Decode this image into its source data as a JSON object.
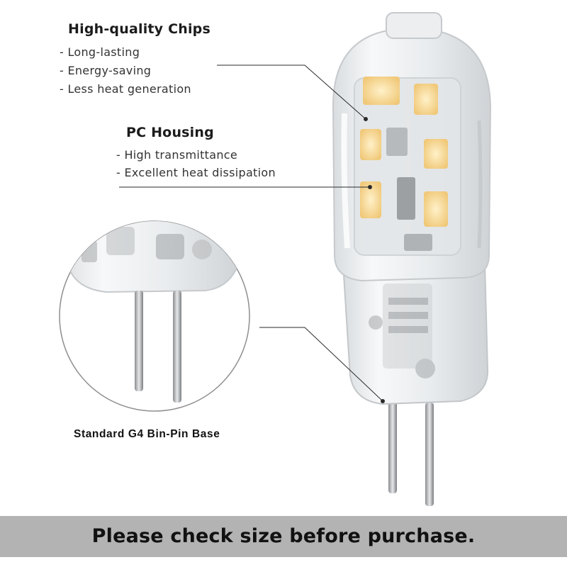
{
  "chips": {
    "heading": "High-quality Chips",
    "features": [
      "- Long-lasting",
      "- Energy-saving",
      "- Less heat generation"
    ]
  },
  "housing": {
    "heading": "PC Housing",
    "features": [
      "- High transmittance",
      "- Excellent heat dissipation"
    ]
  },
  "base": {
    "caption": "Standard G4 Bin-Pin Base"
  },
  "banner": {
    "text": "Please check size before purchase."
  },
  "colors": {
    "banner_bg": "#b3b3b3",
    "led_chip": "#f7d58e",
    "housing_tint": "#eef1f3"
  }
}
